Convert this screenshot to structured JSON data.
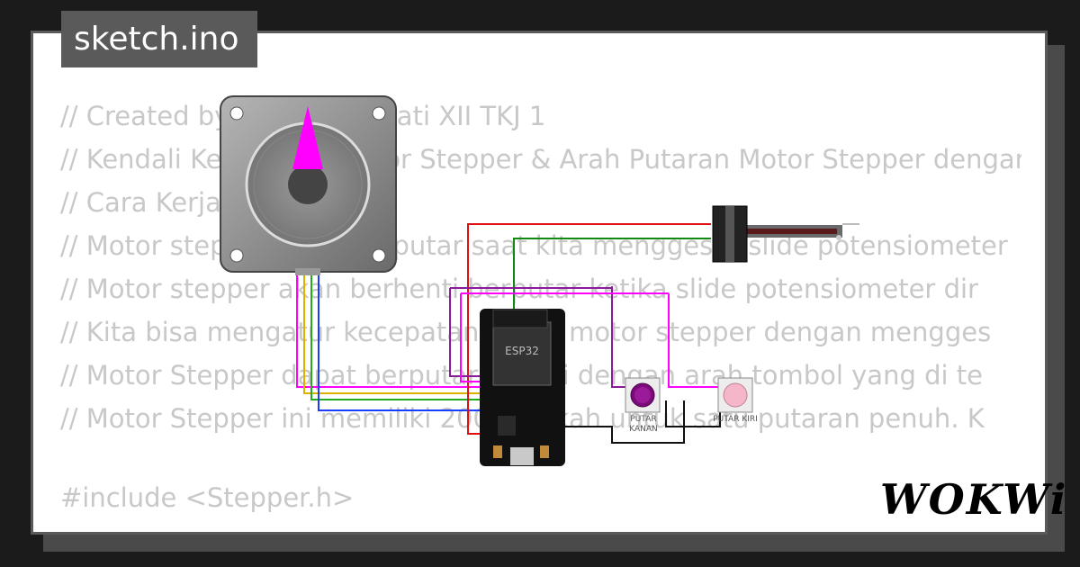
{
  "file_tab": "sketch.ino",
  "code_lines": [
    "// Created by Nur Cahyawati XII TKJ 1",
    "// Kendali Kecepatan Motor Stepper & Arah Putaran Motor Stepper dengan",
    "// Cara Kerja",
    "// Motor stepper akan berputar saat kita menggeser slide potensiometer",
    "// Motor stepper akan berhenti berputar ketika slide potensiometer dir",
    "// Kita bisa mengatur kecepatan rotasi motor stepper dengan mengges",
    "// Motor Stepper dapat berputar sesuai dengan arah tombol yang di te",
    "// Motor Stepper ini memiliki 200 langkah untuk satu putaran penuh. K"
  ],
  "include_line": "#include <Stepper.h>",
  "chip_label": "ESP32",
  "button_right_label": [
    "PUTAR",
    "KANAN"
  ],
  "button_left_label": "PUTAR KIRI",
  "logo": "WOKWi",
  "colors": {
    "background": "#1b1b1b",
    "frame": "#5a5a5a",
    "code_text": "#c8c8c8",
    "stepper_needle": "#ff00ff",
    "button_purple": "#7b0a7b",
    "button_pink": "#f4b6c8"
  }
}
